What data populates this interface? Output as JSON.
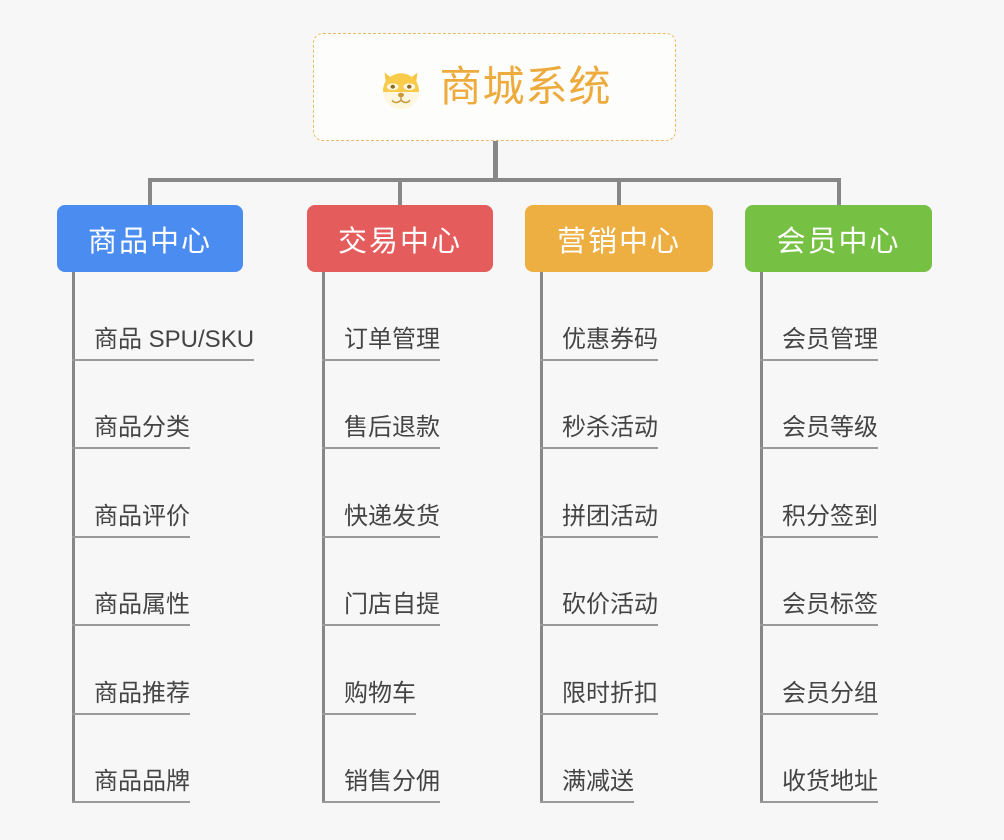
{
  "root": {
    "title": "商城系统",
    "icon": "shiba-inu-emoji",
    "border_color": "#e8bb63",
    "text_color": "#eeab3d"
  },
  "theme": {
    "background": "#f7f7f7",
    "connector_color": "#878787",
    "leaf_text_color": "#444444",
    "leaf_underline_color": "#9a9a9a"
  },
  "columns": [
    {
      "title": "商品中心",
      "color": "#4a8cf0",
      "items": [
        "商品 SPU/SKU",
        "商品分类",
        "商品评价",
        "商品属性",
        "商品推荐",
        "商品品牌"
      ]
    },
    {
      "title": "交易中心",
      "color": "#e55c5c",
      "items": [
        "订单管理",
        "售后退款",
        "快递发货",
        "门店自提",
        "购物车",
        "销售分佣"
      ]
    },
    {
      "title": "营销中心",
      "color": "#edae42",
      "items": [
        "优惠券码",
        "秒杀活动",
        "拼团活动",
        "砍价活动",
        "限时折扣",
        "满减送"
      ]
    },
    {
      "title": "会员中心",
      "color": "#76c043",
      "items": [
        "会员管理",
        "会员等级",
        "积分签到",
        "会员标签",
        "会员分组",
        "收货地址"
      ]
    }
  ]
}
